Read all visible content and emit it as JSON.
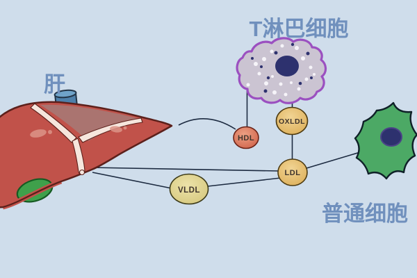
{
  "diagram": {
    "nodes": {
      "liver": {
        "label": "肝"
      },
      "t_lymphocyte": {
        "label": "T淋巴细胞"
      },
      "normal_cell": {
        "label": "普通细胞"
      },
      "hdl": {
        "label": "HDL"
      },
      "oxldl": {
        "label": "OXLDL"
      },
      "ldl": {
        "label": "LDL"
      },
      "vldl": {
        "label": "VLDL"
      }
    },
    "connections": [
      {
        "from": "liver",
        "to": "hdl"
      },
      {
        "from": "t_lymphocyte",
        "to": "hdl"
      },
      {
        "from": "t_lymphocyte",
        "to": "oxldl"
      },
      {
        "from": "oxldl",
        "to": "ldl"
      },
      {
        "from": "liver",
        "to": "ldl"
      },
      {
        "from": "liver",
        "to": "vldl"
      },
      {
        "from": "vldl",
        "to": "ldl"
      },
      {
        "from": "ldl",
        "to": "normal_cell"
      }
    ],
    "colors": {
      "background": "#cfddeb",
      "label_text": "#7090bd",
      "liver_red": "#c1524a",
      "liver_back_lobe": "#aa7470",
      "ligament_cream": "#f6e6dd",
      "vessel_blue": "#4e80aa",
      "gallbladder_green": "#3fa04b",
      "t_cell_membrane": "#9b50c0",
      "t_cell_cytoplasm": "#cbc4d2",
      "nucleus_navy": "#2d316e",
      "normal_cell_green": "#4ca965",
      "hdl_fill": "#d2664c",
      "ldl_fill": "#ddb25c",
      "vldl_fill": "#d6c87f",
      "connector": "#1c2a40"
    }
  }
}
